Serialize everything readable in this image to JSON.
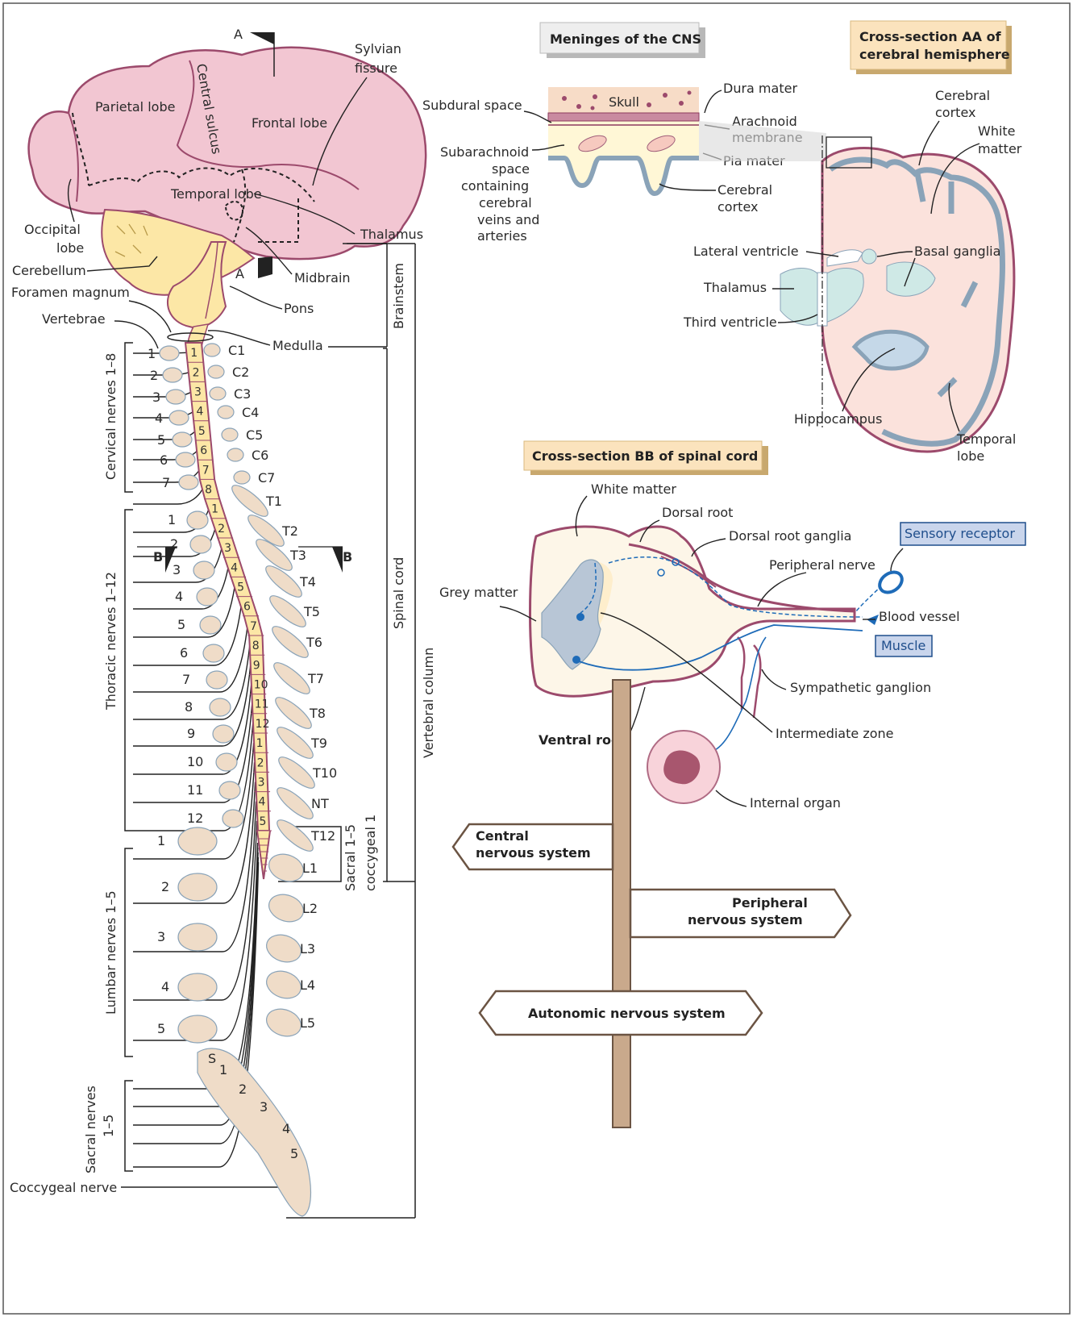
{
  "brain_labels": {
    "a_top": "A",
    "a_bottom": "A",
    "sylvian": [
      "Sylvian",
      "fissure"
    ],
    "parietal": "Parietal lobe",
    "central_sulcus": "Central sulcus",
    "frontal": "Frontal lobe",
    "temporal": "Temporal lobe",
    "occipital": [
      "Occipital",
      "lobe"
    ],
    "cerebellum": "Cerebellum",
    "foramen": "Foramen magnum",
    "vertebrae": "Vertebrae",
    "thalamus": "Thalamus",
    "midbrain": "Midbrain",
    "pons": "Pons",
    "medulla": "Medulla"
  },
  "spine_labels": {
    "cervical": "Cervical nerves 1–8",
    "thoracic": "Thoracic nerves 1–12",
    "lumbar": "Lumbar nerves 1–5",
    "sacral": [
      "Sacral nerves",
      "1–5"
    ],
    "coccygeal": "Coccygeal nerve",
    "brainstem": "Brainstem",
    "spinal_cord": "Spinal cord",
    "vertebral_column": "Vertebral column",
    "sacral_coccygeal": [
      "Sacral 1–5",
      "coccygeal 1"
    ],
    "b_left": "B",
    "b_right": "B",
    "cervical_numbers": [
      "1",
      "2",
      "3",
      "4",
      "5",
      "6",
      "7"
    ],
    "thoracic_numbers": [
      "1",
      "2",
      "3",
      "4",
      "5",
      "6",
      "7",
      "8",
      "9",
      "10",
      "11",
      "12"
    ],
    "lumbar_numbers": [
      "1",
      "2",
      "3",
      "4",
      "5"
    ],
    "sacral_numbers": [
      "S",
      "1",
      "2",
      "3",
      "4",
      "5"
    ],
    "vertebra_labels": [
      "C1",
      "C2",
      "C3",
      "C4",
      "C5",
      "C6",
      "C7",
      "T1",
      "T2",
      "T3",
      "T4",
      "T5",
      "T6",
      "T7",
      "T8",
      "T9",
      "T10",
      "NT",
      "T12",
      "L1",
      "L2",
      "L3",
      "L4",
      "L5"
    ],
    "cord_segments": [
      "1",
      "2",
      "3",
      "4",
      "5",
      "6",
      "7",
      "8",
      "1",
      "2",
      "3",
      "4",
      "5",
      "6",
      "7",
      "8",
      "9",
      "10",
      "11",
      "12",
      "1",
      "2",
      "3",
      "4",
      "5"
    ]
  },
  "meninges": {
    "title": "Meninges of the CNS",
    "skull": "Skull",
    "subdural": "Subdural space",
    "subarachnoid": [
      "Subarachnoid",
      "space",
      "containing",
      "cerebral",
      "veins and",
      "arteries"
    ],
    "dura": "Dura mater",
    "arachnoid": [
      "Arachnoid",
      "membrane"
    ],
    "pia": "Pia mater",
    "cortex": [
      "Cerebral",
      "cortex"
    ]
  },
  "hemisphere": {
    "title": [
      "Cross-section AA of",
      "cerebral hemisphere"
    ],
    "cortex": [
      "Cerebral",
      "cortex"
    ],
    "white_matter": [
      "White",
      "matter"
    ],
    "lateral_ventricle": "Lateral ventricle",
    "basal_ganglia": "Basal ganglia",
    "thalamus": "Thalamus",
    "third_ventricle": "Third ventricle",
    "hippocampus": "Hippocampus",
    "temporal_lobe": [
      "Temporal",
      "lobe"
    ]
  },
  "spinal_section": {
    "title": "Cross-section BB of spinal cord",
    "white_matter": "White matter",
    "dorsal_root": "Dorsal root",
    "dorsal_root_ganglia": "Dorsal root ganglia",
    "sensory_receptor": "Sensory receptor",
    "peripheral_nerve": "Peripheral nerve",
    "grey_matter": "Grey matter",
    "blood_vessel": "Blood vessel",
    "muscle": "Muscle",
    "sympathetic_ganglion": "Sympathetic ganglion",
    "ventral_root": "Ventral root",
    "intermediate_zone": "Intermediate zone",
    "internal_organ": "Internal organ"
  },
  "signpost": {
    "central": [
      "Central",
      "nervous system"
    ],
    "peripheral": [
      "Peripheral",
      "nervous system"
    ],
    "autonomic": "Autonomic nervous system"
  },
  "colors": {
    "brain_pink": "#f2c6d2",
    "brain_outline": "#9c4a6c",
    "cerebellum": "#fce7a6",
    "bone": "#efdcc8",
    "header_box": "#fbe3bd",
    "blue_box": "#c9d5ec",
    "nerve_blue": "#1e6bb8",
    "post": "#c9a98c"
  }
}
